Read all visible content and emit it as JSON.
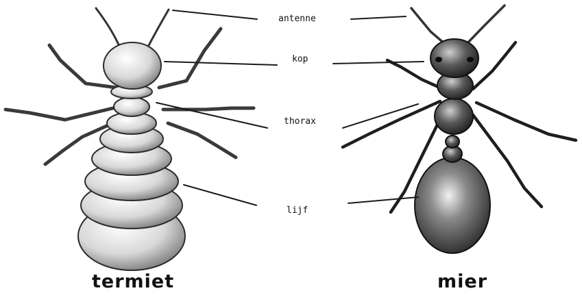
{
  "labels": {
    "antenna": "antenne",
    "head": "kop",
    "thorax": "thorax",
    "body": "lijf"
  },
  "captions": {
    "termite": "termiet",
    "ant": "mier"
  }
}
